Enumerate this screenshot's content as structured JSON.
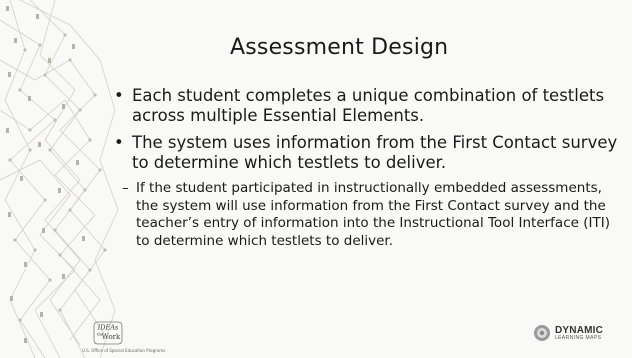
{
  "slide": {
    "title": "Assessment Design",
    "bullets": [
      {
        "text": "Each student completes a unique combination of testlets across multiple Essential Elements."
      },
      {
        "text": "The system uses information from the First Contact survey to determine which testlets to deliver."
      }
    ],
    "sub_bullets": [
      {
        "text": "If the student participated in instructionally embedded assessments, the system will use information from the First Contact survey and the teacher’s entry of information into the Instructional Tool Interface (ITI) to determine which testlets to deliver."
      }
    ]
  },
  "footer": {
    "left_logo": {
      "line1": "IDEAs",
      "line2": "the",
      "line3": "Work",
      "caption": "U.S. Office of Special Education Programs"
    },
    "right_logo": {
      "main": "DYNAMIC",
      "sub": "LEARNING MAPS"
    }
  },
  "colors": {
    "background": "#f9f9f8",
    "text": "#1a1a1a",
    "decor": "#c9c6bf"
  }
}
